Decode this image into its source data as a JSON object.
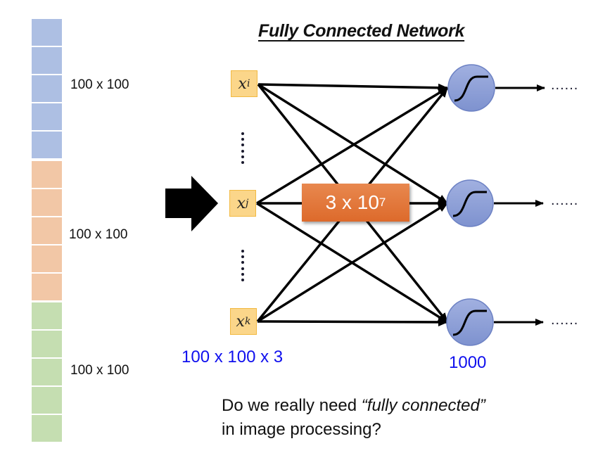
{
  "title": "Fully Connected Network",
  "input_blocks": [
    {
      "name": "channel-1",
      "label": "100 x 100",
      "color": "#adbfe3",
      "cells": 5
    },
    {
      "name": "channel-2",
      "label": "100 x 100",
      "color": "#f2c7a6",
      "cells": 5
    },
    {
      "name": "channel-3",
      "label": "100 x 100",
      "color": "#c5deb1",
      "cells": 5
    }
  ],
  "arrow_icon": "right-arrow-icon",
  "inputs": [
    {
      "var": "x",
      "sub": "i"
    },
    {
      "var": "x",
      "sub": "j"
    },
    {
      "var": "x",
      "sub": "k"
    }
  ],
  "input_dots": "......",
  "input_size_label": "100 x 100 x 3",
  "params": {
    "base": "3 x 10",
    "exp": "7"
  },
  "neurons": [
    {
      "icon": "sigmoid-icon",
      "output": "......"
    },
    {
      "icon": "sigmoid-icon",
      "output": "......"
    },
    {
      "icon": "sigmoid-icon",
      "output": "......"
    }
  ],
  "neuron_count_label": "1000",
  "question": {
    "prefix": "Do we really need ",
    "emph": "“fully connected”",
    "suffix": "in image processing?"
  },
  "colors": {
    "input_box": "#fbd68a",
    "param_box": "#e27736",
    "neuron": "#8c9fd6",
    "blue_text": "#1010ee"
  }
}
